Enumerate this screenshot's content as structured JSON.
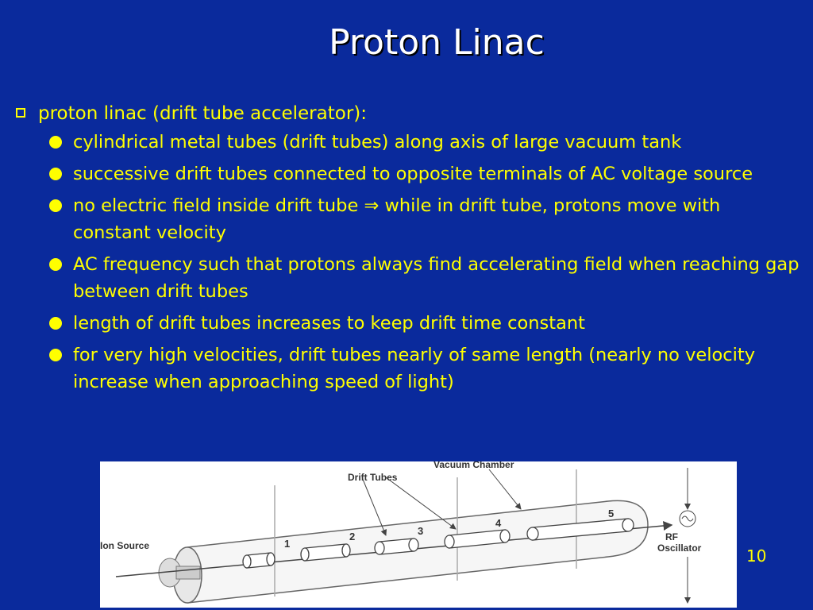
{
  "slide": {
    "title": "Proton Linac",
    "main_point": "proton linac (drift tube accelerator):",
    "bullets": [
      "cylindrical metal tubes (drift tubes) along axis of large vacuum tank",
      "successive drift tubes connected to opposite terminals of AC voltage source",
      "no electric field inside drift tube ⇒ while in drift tube, protons move with constant velocity",
      " AC frequency such that protons always find accelerating field when reaching gap between drift tubes",
      "length of drift tubes increases to keep drift time constant",
      " for very high velocities, drift tubes nearly of same length (nearly no velocity increase when approaching speed of light)"
    ],
    "page_number": "10",
    "colors": {
      "background": "#0a2a9c",
      "title": "#ffffff",
      "text": "#ffff00"
    }
  },
  "figure": {
    "labels": {
      "vacuum_chamber": "Vacuum Chamber",
      "drift_tubes": "Drift Tubes",
      "ion_source": "Ion Source",
      "rf": "RF",
      "oscillator": "Oscillator"
    },
    "tube_numbers": [
      "1",
      "2",
      "3",
      "4",
      "5"
    ]
  }
}
